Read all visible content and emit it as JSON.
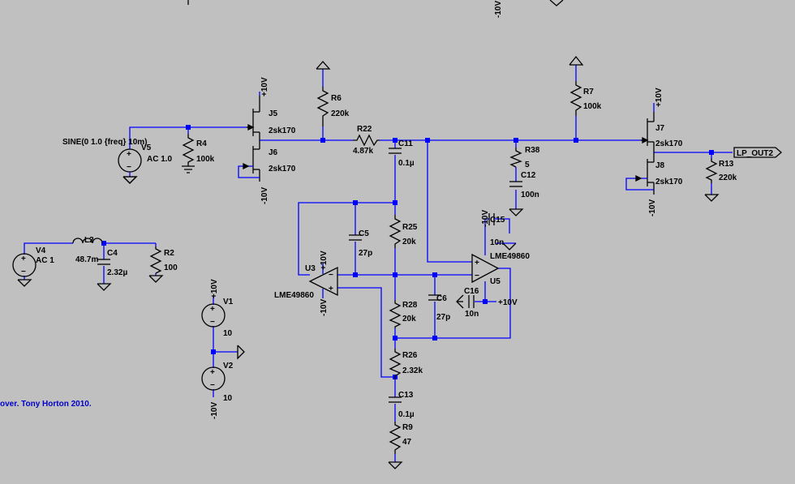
{
  "footer_text": "over. Tony Horton 2010.",
  "components": {
    "J5": {
      "ref": "J5",
      "value": "2sk170",
      "supply": "+10V"
    },
    "J6": {
      "ref": "J6",
      "value": "2sk170",
      "supply": "-10V"
    },
    "J7": {
      "ref": "J7",
      "value": "2sk170",
      "supply": "+10V"
    },
    "J8": {
      "ref": "J8",
      "value": "2sk170",
      "supply": "-10V"
    },
    "R2": {
      "ref": "R2",
      "value": "100"
    },
    "R4": {
      "ref": "R4",
      "value": "100k"
    },
    "R6": {
      "ref": "R6",
      "value": "220k"
    },
    "R7": {
      "ref": "R7",
      "value": "100k"
    },
    "R9": {
      "ref": "R9",
      "value": "47"
    },
    "R13": {
      "ref": "R13",
      "value": "220k"
    },
    "R22": {
      "ref": "R22",
      "value": "4.87k"
    },
    "R25": {
      "ref": "R25",
      "value": "20k"
    },
    "R26": {
      "ref": "R26",
      "value": "2.32k"
    },
    "R28": {
      "ref": "R28",
      "value": "20k"
    },
    "R38": {
      "ref": "R38",
      "value": "5"
    },
    "C4": {
      "ref": "C4",
      "value": "2.32µ"
    },
    "C5": {
      "ref": "C5",
      "value": "27p"
    },
    "C6": {
      "ref": "C6",
      "value": "27p"
    },
    "C11": {
      "ref": "C11",
      "value": "0.1µ"
    },
    "C12": {
      "ref": "C12",
      "value": "100n"
    },
    "C13": {
      "ref": "C13",
      "value": "0.1µ"
    },
    "C15": {
      "ref": "C15",
      "value": "10n",
      "supply": "-10V"
    },
    "C16": {
      "ref": "C16",
      "value": "10n",
      "supply": "+10V"
    },
    "L2": {
      "ref": "L2",
      "value": "48.7m"
    },
    "V1": {
      "ref": "V1",
      "value": "10",
      "supply": "+10V"
    },
    "V2": {
      "ref": "V2",
      "value": "10",
      "supply": "-10V"
    },
    "V4": {
      "ref": "V4",
      "value": "AC 1"
    },
    "V5": {
      "ref": "V5",
      "value": "AC 1.0",
      "source": "SINE(0 1.0 {freq} 10m)"
    },
    "U3": {
      "ref": "U3",
      "value": "LME49860",
      "supply_top": "+10V",
      "supply_bottom": "-10V"
    },
    "U5": {
      "ref": "U5",
      "value": "LME49860"
    }
  },
  "net_labels": {
    "lp_out2": "LP_OUT2"
  },
  "top_cut": {
    "left_label": "-10V"
  }
}
